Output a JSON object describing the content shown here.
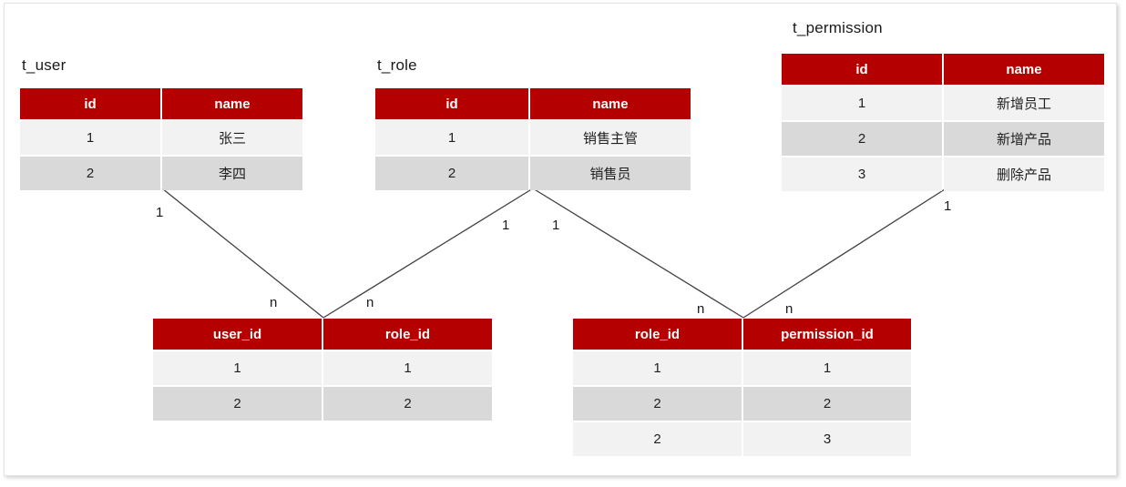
{
  "diagram": {
    "title_hidden": "",
    "tables": [
      {
        "id": "t_user",
        "name": "t_user",
        "columns": [
          "id",
          "name"
        ],
        "rows": [
          [
            "1",
            "张三"
          ],
          [
            "2",
            "李四"
          ]
        ]
      },
      {
        "id": "t_role",
        "name": "t_role",
        "columns": [
          "id",
          "name"
        ],
        "rows": [
          [
            "1",
            "销售主管"
          ],
          [
            "2",
            "销售员"
          ]
        ]
      },
      {
        "id": "t_permission",
        "name": "t_permission",
        "columns": [
          "id",
          "name"
        ],
        "rows": [
          [
            "1",
            "新增员工"
          ],
          [
            "2",
            "新增产品"
          ],
          [
            "3",
            "删除产品"
          ]
        ]
      },
      {
        "id": "t_user_role",
        "name": "",
        "columns": [
          "user_id",
          "role_id"
        ],
        "rows": [
          [
            "1",
            "1"
          ],
          [
            "2",
            "2"
          ]
        ]
      },
      {
        "id": "t_role_permission",
        "name": "",
        "columns": [
          "role_id",
          "permission_id"
        ],
        "rows": [
          [
            "1",
            "1"
          ],
          [
            "2",
            "2"
          ],
          [
            "2",
            "3"
          ]
        ]
      }
    ],
    "relationships": [
      {
        "from": "t_user",
        "to": "t_user_role",
        "from_card": "1",
        "to_card": "n"
      },
      {
        "from": "t_role",
        "to": "t_user_role",
        "from_card": "1",
        "to_card": "n"
      },
      {
        "from": "t_role",
        "to": "t_role_permission",
        "from_card": "1",
        "to_card": "n"
      },
      {
        "from": "t_permission",
        "to": "t_role_permission",
        "from_card": "1",
        "to_card": "n"
      }
    ],
    "cardinality_labels": {
      "user_side": "1",
      "user_role_left": "n",
      "user_role_right": "n",
      "role_left": "1",
      "role_right": "1",
      "role_perm_left": "n",
      "role_perm_right": "n",
      "permission_side": "1"
    },
    "colors": {
      "header_bg": "#b50000",
      "header_text": "#ffffff",
      "row_odd": "#f2f2f2",
      "row_even": "#d9d9d9",
      "line": "#404040",
      "text": "#1f1f1f"
    }
  }
}
